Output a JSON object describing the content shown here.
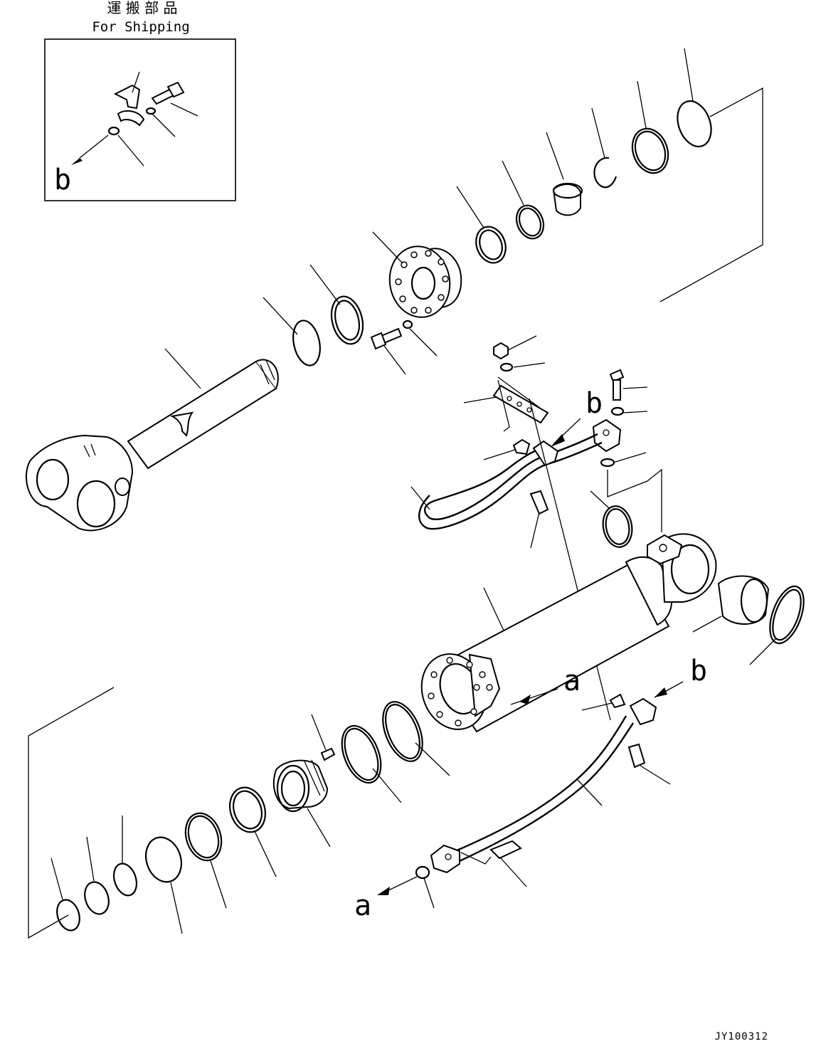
{
  "shipping_box": {
    "title_jp": "運 搬 部 品",
    "title_en": "For Shipping",
    "ref_label": "b"
  },
  "callouts": {
    "a_upper": "a",
    "a_lower": "a",
    "b_pipe_upper": "b",
    "b_pipe_lower": "b"
  },
  "drawing_id": "JY100312"
}
